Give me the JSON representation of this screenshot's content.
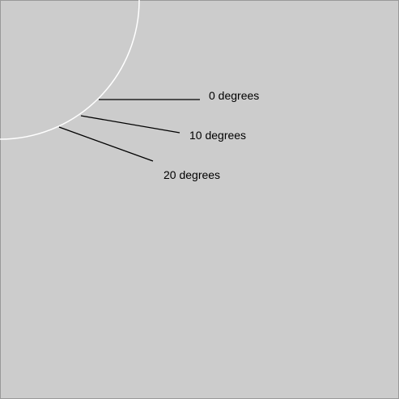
{
  "colors": {
    "background": "#cccccc",
    "border": "#999999",
    "arc": "#ffffff",
    "lines": "#000000",
    "text": "#000000"
  },
  "diagram": {
    "arc": {
      "radius_note": "quarter circle from top-left corner"
    },
    "rays": [
      {
        "angle_deg": 0,
        "label": "0 degrees"
      },
      {
        "angle_deg": 10,
        "label": "10 degrees"
      },
      {
        "angle_deg": 20,
        "label": "20 degrees"
      }
    ]
  }
}
